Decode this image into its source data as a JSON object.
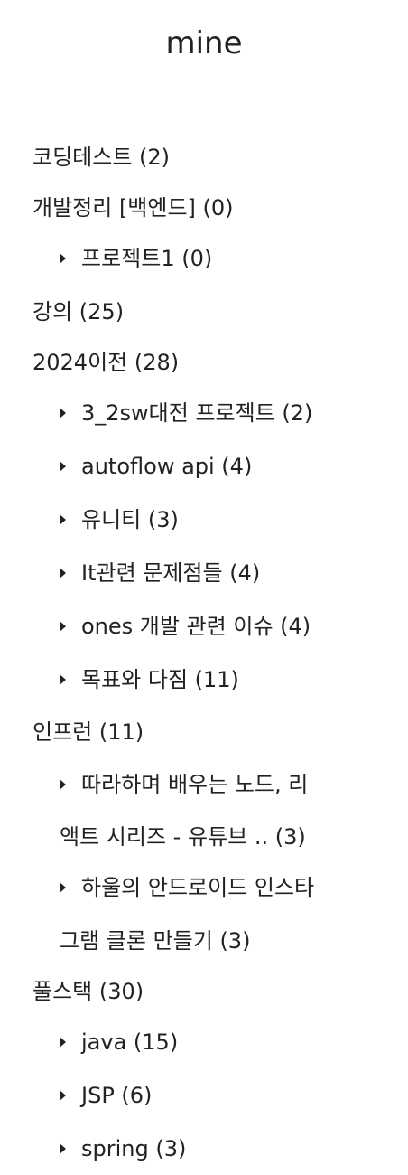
{
  "header": {
    "title": "mine"
  },
  "categories": [
    {
      "label": "코딩테스트 (2)"
    },
    {
      "label": "개발정리 [백엔드] (0)"
    },
    {
      "label": "프로젝트1 (0)"
    },
    {
      "label": "강의 (25)"
    },
    {
      "label": "2024이전 (28)"
    },
    {
      "label": "3_2sw대전 프로젝트 (2)"
    },
    {
      "label": "autoflow api (4)"
    },
    {
      "label": "유니티 (3)"
    },
    {
      "label": "It관련 문제점들 (4)"
    },
    {
      "label": "ones 개발 관련 이슈 (4)"
    },
    {
      "label": "목표와 다짐 (11)"
    },
    {
      "label": "인프런 (11)"
    },
    {
      "label_line1": "따라하며 배우는 노드, 리",
      "label_line2": "액트 시리즈 - 유튜브 .. (3)"
    },
    {
      "label_line1": "하울의 안드로이드 인스타",
      "label_line2": "그램 클론 만들기 (3)"
    },
    {
      "label": "풀스택 (30)"
    },
    {
      "label": "java (15)"
    },
    {
      "label": "JSP (6)"
    },
    {
      "label": "spring (3)"
    }
  ]
}
